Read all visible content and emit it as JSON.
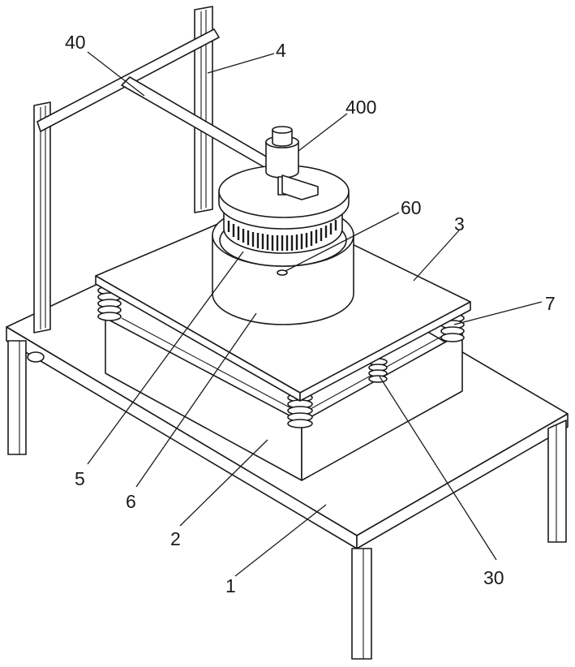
{
  "labels": {
    "l1": "1",
    "l2": "2",
    "l3": "3",
    "l4": "4",
    "l5": "5",
    "l6": "6",
    "l7": "7",
    "l30": "30",
    "l40": "40",
    "l60": "60",
    "l400": "400"
  }
}
